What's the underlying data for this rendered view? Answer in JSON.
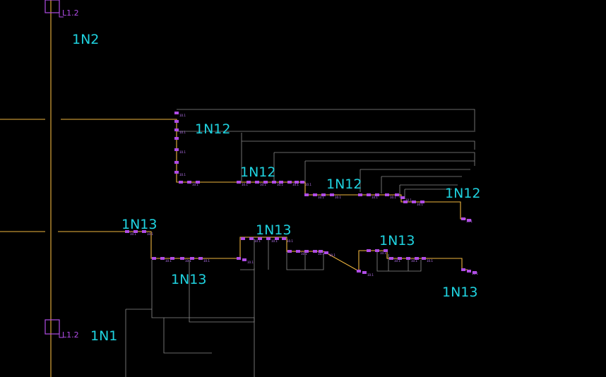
{
  "colors": {
    "background": "#000000",
    "feeder": "#f0b63e",
    "node": "#b04ce6",
    "label": "#1fd3e0",
    "guide": "#8c8c8c"
  },
  "labels": {
    "n2": "1N2",
    "n1": "1N1",
    "n12": "1N12",
    "n13": "1N13",
    "bus_tag": "L1.2"
  },
  "point_tag": "10.1"
}
